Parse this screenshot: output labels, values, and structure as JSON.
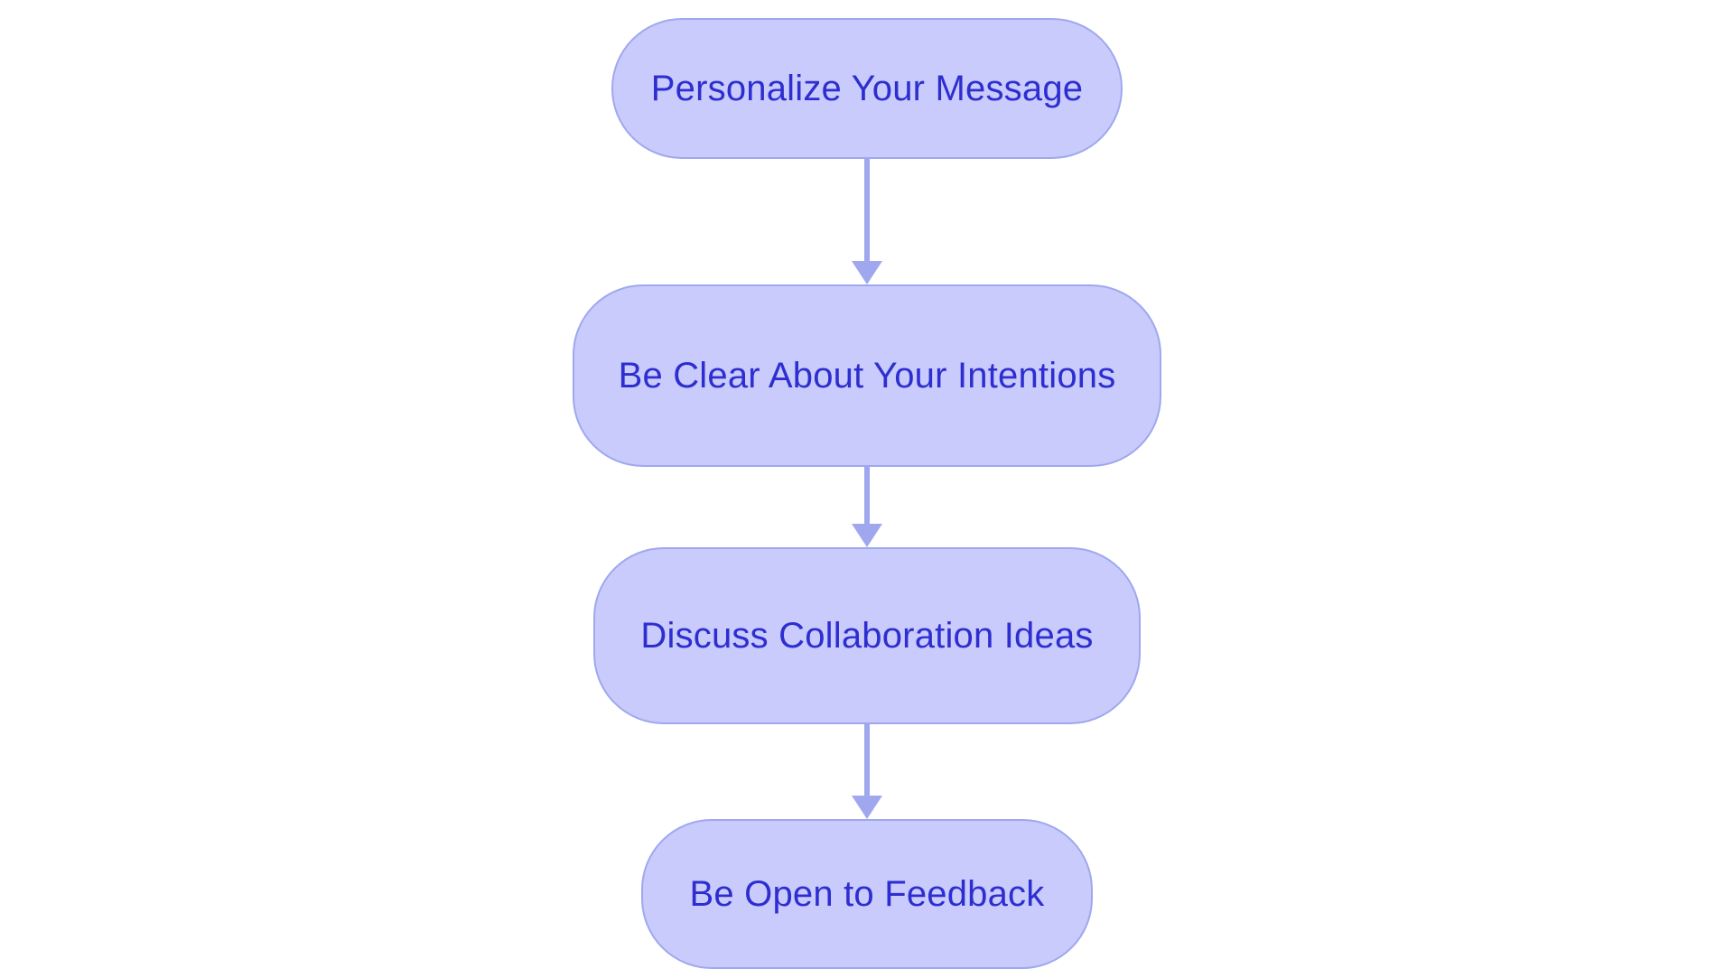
{
  "diagram": {
    "type": "flowchart",
    "orientation": "top-to-bottom",
    "background_color": "#ffffff",
    "node_fill_color": "#c8cbfb",
    "node_border_color": "#9fa8ee",
    "node_text_color": "#2e2ed0",
    "connector_color": "#9fa8ee",
    "nodes": [
      {
        "id": "node-1",
        "label": "Personalize Your Message"
      },
      {
        "id": "node-2",
        "label": "Be Clear About Your Intentions"
      },
      {
        "id": "node-3",
        "label": "Discuss Collaboration Ideas"
      },
      {
        "id": "node-4",
        "label": "Be Open to Feedback"
      }
    ],
    "edges": [
      {
        "id": "edge-1",
        "from": "node-1",
        "to": "node-2",
        "arrow": "down-arrow"
      },
      {
        "id": "edge-2",
        "from": "node-2",
        "to": "node-3",
        "arrow": "down-arrow"
      },
      {
        "id": "edge-3",
        "from": "node-3",
        "to": "node-4",
        "arrow": "down-arrow"
      }
    ]
  }
}
